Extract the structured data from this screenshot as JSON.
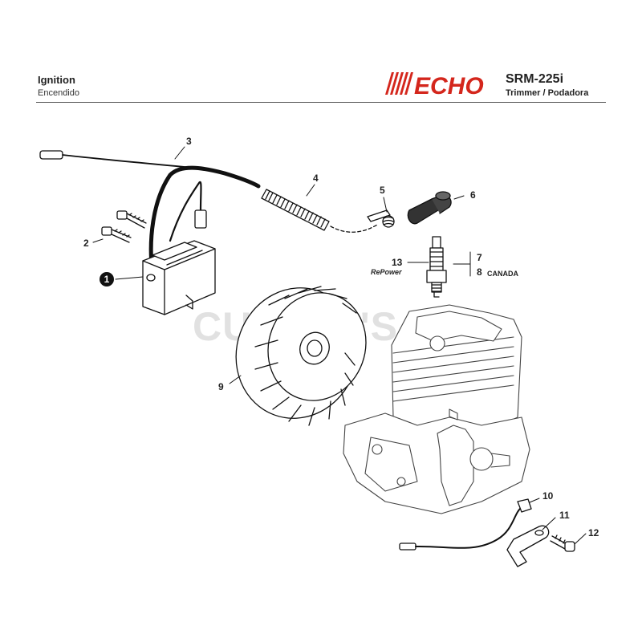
{
  "header": {
    "title": "Ignition",
    "subtitle": "Encendido",
    "model": "SRM-225i",
    "model_sub": "Trimmer / Podadora",
    "logo_text": "ECHO"
  },
  "watermark": "CUTTER'S",
  "repower": "RePower",
  "callouts": {
    "c1": "1",
    "c2": "2",
    "c3": "3",
    "c4": "4",
    "c5": "5",
    "c6": "6",
    "c7": "7",
    "c8": "8",
    "c8_note": "CANADA",
    "c9": "9",
    "c10": "10",
    "c11": "11",
    "c12": "12",
    "c13": "13"
  },
  "colors": {
    "logo_red": "#d4261c",
    "line": "#111111"
  }
}
